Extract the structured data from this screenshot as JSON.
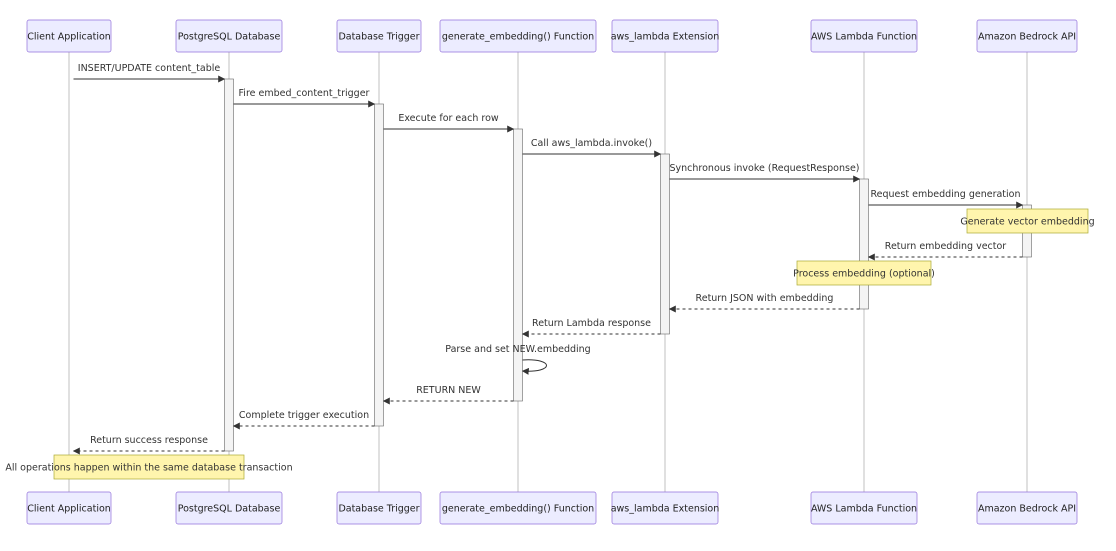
{
  "actors": [
    {
      "id": "client",
      "label": "Client Application"
    },
    {
      "id": "postgres",
      "label": "PostgreSQL Database"
    },
    {
      "id": "trigger",
      "label": "Database Trigger"
    },
    {
      "id": "genfn",
      "label": "generate_embedding() Function"
    },
    {
      "id": "awsext",
      "label": "aws_lambda Extension"
    },
    {
      "id": "lambda",
      "label": "AWS Lambda Function"
    },
    {
      "id": "bedrock",
      "label": "Amazon Bedrock API"
    }
  ],
  "messages": [
    {
      "from": "client",
      "to": "postgres",
      "label": "INSERT/UPDATE content_table",
      "kind": "sync"
    },
    {
      "from": "postgres",
      "to": "trigger",
      "label": "Fire embed_content_trigger",
      "kind": "sync"
    },
    {
      "from": "trigger",
      "to": "genfn",
      "label": "Execute for each row",
      "kind": "sync"
    },
    {
      "from": "genfn",
      "to": "awsext",
      "label": "Call aws_lambda.invoke()",
      "kind": "sync"
    },
    {
      "from": "awsext",
      "to": "lambda",
      "label": "Synchronous invoke (RequestResponse)",
      "kind": "sync"
    },
    {
      "from": "lambda",
      "to": "bedrock",
      "label": "Request embedding generation",
      "kind": "sync"
    },
    {
      "from": "bedrock",
      "to": "lambda",
      "label": "Return embedding vector",
      "kind": "reply"
    },
    {
      "from": "lambda",
      "to": "awsext",
      "label": "Return JSON with embedding",
      "kind": "reply"
    },
    {
      "from": "awsext",
      "to": "genfn",
      "label": "Return Lambda response",
      "kind": "reply"
    },
    {
      "from": "genfn",
      "to": "genfn",
      "label": "Parse and set NEW.embedding",
      "kind": "self"
    },
    {
      "from": "genfn",
      "to": "trigger",
      "label": "RETURN NEW",
      "kind": "reply"
    },
    {
      "from": "trigger",
      "to": "postgres",
      "label": "Complete trigger execution",
      "kind": "reply"
    },
    {
      "from": "postgres",
      "to": "client",
      "label": "Return success response",
      "kind": "reply"
    }
  ],
  "notes": [
    {
      "id": "note-vector",
      "over": "bedrock",
      "label": "Generate vector embedding"
    },
    {
      "id": "note-process",
      "over": "lambda",
      "label": "Process embedding (optional)"
    },
    {
      "id": "note-transaction",
      "over": "client-postgres",
      "label": "All operations happen within the same database transaction"
    }
  ],
  "colors": {
    "actor_fill": "#ECECFF",
    "actor_stroke": "#9370DB",
    "lifeline": "#999999",
    "arrow": "#333333",
    "note_fill": "#FFF5AD",
    "note_stroke": "#AAAA33",
    "activation_fill": "#F4F4F4",
    "activation_stroke": "#666666"
  }
}
